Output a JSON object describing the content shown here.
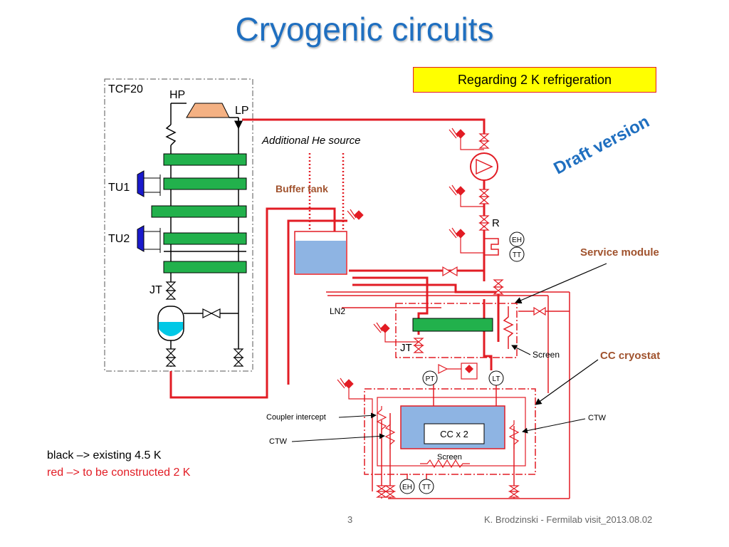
{
  "slide": {
    "title": "Cryogenic circuits",
    "note": "Regarding 2 K refrigeration",
    "watermark": "Draft version",
    "legend": {
      "black": "black –> existing  4.5 K",
      "red": "red –> to be constructed 2 K"
    },
    "page_number": "3",
    "footer": "K. Brodzinski - Fermilab visit_2013.08.02"
  },
  "diagram": {
    "tcf20": "TCF20",
    "hp": "HP",
    "lp": "LP",
    "tu1": "TU1",
    "tu2": "TU2",
    "jt_left": "JT",
    "additional_he": "Additional He source",
    "buffer_tank": "Buffer tank",
    "r": "R",
    "eh": "EH",
    "tt": "TT",
    "service_module": "Service module",
    "ln2": "LN2",
    "jt_right": "JT",
    "screen_top": "Screen",
    "cc_cryostat": "CC cryostat",
    "pt": "PT",
    "lt": "LT",
    "coupler_intercept": "Coupler intercept",
    "ctw_left": "CTW",
    "ctw_right": "CTW",
    "cc_x2": "CC x 2",
    "screen_bottom": "Screen",
    "eh_bottom": "EH",
    "tt_bottom": "TT"
  },
  "colors": {
    "title": "#1f6fc0",
    "red_line": "#e21c24",
    "heat_exchanger": "#22b14c",
    "turbine": "#1a1acc",
    "compressor": "#f4b183",
    "tank_fill": "#8eb4e3",
    "note_bg": "#ffff00",
    "label_brown": "#a0522d"
  }
}
